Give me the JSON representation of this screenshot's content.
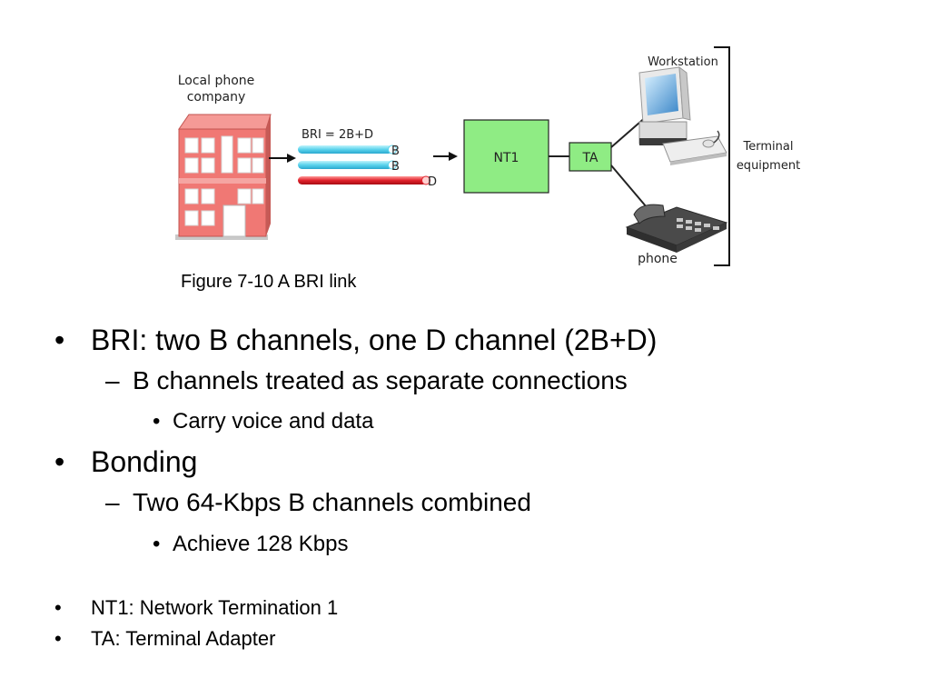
{
  "diagram": {
    "local_phone_company": [
      "Local phone",
      "company"
    ],
    "bri_label": "BRI = 2B+D",
    "channel_b1": "B",
    "channel_b2": "B",
    "channel_d": "D",
    "nt1": "NT1",
    "ta": "TA",
    "workstation": "Workstation",
    "terminal_equipment": [
      "Terminal",
      "equipment"
    ],
    "phone": "phone",
    "colors": {
      "b_channel": "#5ad3ec",
      "d_channel": "#e0202a",
      "box_fill": "#8fec84",
      "building": "#f07874"
    }
  },
  "caption": "Figure 7-10 A BRI link",
  "bullets": [
    {
      "text": "BRI: two B channels, one D channel (2B+D)",
      "sub": [
        {
          "text": "B channels treated as separate connections",
          "sub": [
            "Carry voice and data"
          ]
        }
      ]
    },
    {
      "text": "Bonding",
      "sub": [
        {
          "text": "Two 64-Kbps B channels combined",
          "sub": [
            "Achieve 128 Kbps"
          ]
        }
      ]
    }
  ],
  "small_bullets": [
    "NT1: Network Termination 1",
    "TA: Terminal Adapter"
  ]
}
